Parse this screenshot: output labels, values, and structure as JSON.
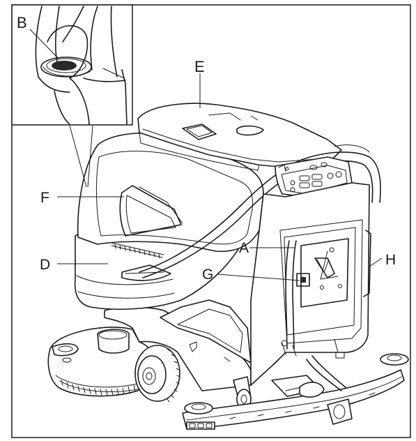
{
  "labels": {
    "a": "A",
    "b": "B",
    "d": "D",
    "e": "E",
    "f": "F",
    "g": "G",
    "h": "H"
  }
}
